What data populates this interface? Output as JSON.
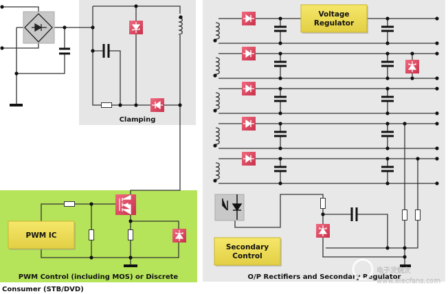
{
  "labels": {
    "clamping": "Clamping",
    "pwm_section": "PWM Control (including MOS) or Discrete",
    "consumer": "Consumer (STB/DVD)",
    "output_section": "O/P Rectifiers and Secondary Regulator"
  },
  "blocks": {
    "pwm_ic": "PWM IC",
    "voltage_regulator_line1": "Voltage",
    "voltage_regulator_line2": "Regulator",
    "secondary_control_line1": "Secondary",
    "secondary_control_line2": "Control"
  },
  "watermark": {
    "logo_text": "电子发烧友",
    "url": "www.elecfans.com"
  },
  "colors": {
    "clamping_bg": "#e6e6e6",
    "pwm_bg": "#b5e35a",
    "output_bg": "#e8e8e8",
    "component_red": "#e0445e",
    "block_yellow": "#eedc55"
  }
}
